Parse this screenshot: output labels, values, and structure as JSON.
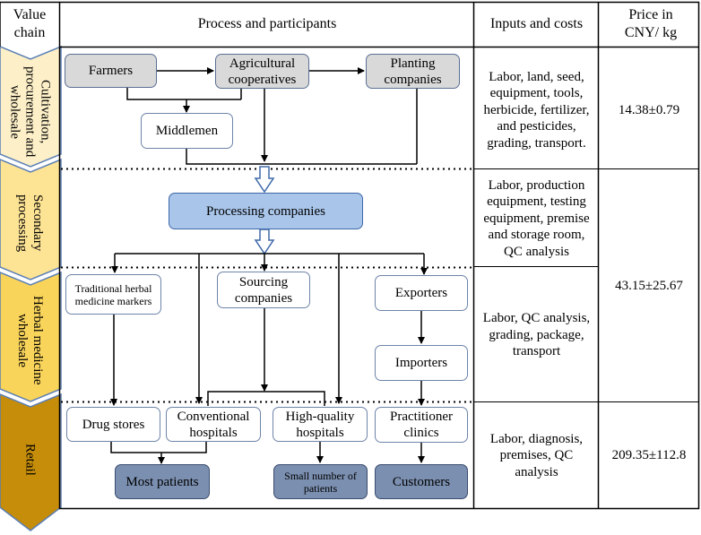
{
  "header": {
    "value_chain": "Value chain",
    "process": "Process and participants",
    "inputs": "Inputs and costs",
    "price": "Price in CNY/ kg"
  },
  "stages": [
    {
      "label": "Cultivation, procurement and wholesale",
      "color": "#fdf0c8"
    },
    {
      "label": "Secondary processing",
      "color": "#fde394"
    },
    {
      "label": "Herbal medicine wholesale",
      "color": "#f9d45a"
    },
    {
      "label": "Retail",
      "color": "#c58d0a"
    }
  ],
  "nodes": {
    "farmers": "Farmers",
    "agri_coops": "Agricultural cooperatives",
    "planting": "Planting companies",
    "middlemen": "Middlemen",
    "processing": "Processing companies",
    "traditional": "Traditional herbal medicine markers",
    "sourcing": "Sourcing companies",
    "exporters": "Exporters",
    "importers": "Importers",
    "drug_stores": "Drug stores",
    "conventional": "Conventional hospitals",
    "high_quality": "High-quality hospitals",
    "practitioner": "Practitioner clinics",
    "most_patients": "Most patients",
    "small_patients": "Small number of patients",
    "customers": "Customers"
  },
  "inputs": {
    "cultivation": "Labor, land, seed, equipment, tools, herbicide, fertilizer, and pesticides, grading, transport.",
    "processing": "Labor, production equipment, testing equipment, premise and storage room, QC analysis",
    "wholesale": "Labor, QC analysis, grading, package, transport",
    "retail": "Labor, diagnosis, premises, QC analysis"
  },
  "prices": {
    "cultivation": "14.38±0.79",
    "processing_wholesale": "43.15±25.67",
    "retail": "209.35±112.8"
  }
}
